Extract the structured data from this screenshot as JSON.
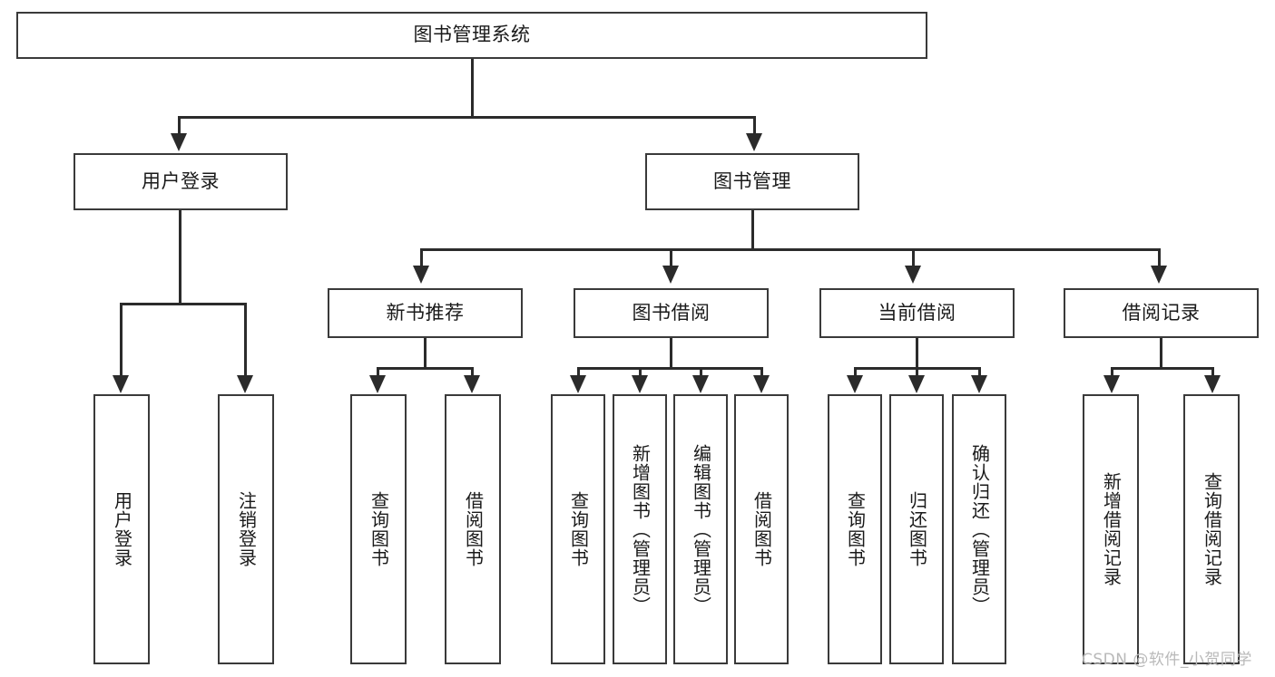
{
  "diagram": {
    "type": "tree-hierarchy-chart",
    "title": "图书管理系统",
    "root": {
      "label": "图书管理系统"
    },
    "level2": [
      {
        "label": "用户登录"
      },
      {
        "label": "图书管理"
      }
    ],
    "level3": [
      {
        "label": "新书推荐"
      },
      {
        "label": "图书借阅"
      },
      {
        "label": "当前借阅"
      },
      {
        "label": "借阅记录"
      }
    ],
    "leaves": {
      "user_login": [
        {
          "label": "用户登录"
        },
        {
          "label": "注销登录"
        }
      ],
      "new_book_recommend": [
        {
          "label": "查询图书"
        },
        {
          "label": "借阅图书"
        }
      ],
      "book_borrow": [
        {
          "label": "查询图书"
        },
        {
          "label": "新增图书（管理员）"
        },
        {
          "label": "编辑图书（管理员）"
        },
        {
          "label": "借阅图书"
        }
      ],
      "current_borrow": [
        {
          "label": "查询图书"
        },
        {
          "label": "归还图书"
        },
        {
          "label": "确认归还（管理员）"
        }
      ],
      "borrow_records": [
        {
          "label": "新增借阅记录"
        },
        {
          "label": "查询借阅记录"
        }
      ]
    }
  },
  "watermark": {
    "text": "CSDN @软件_小贺同学"
  },
  "colors": {
    "border": "#3a3a3a",
    "line": "#2b2b2b",
    "text": "#1a1a1a",
    "background": "#ffffff",
    "watermark": "#b9b9b9"
  }
}
